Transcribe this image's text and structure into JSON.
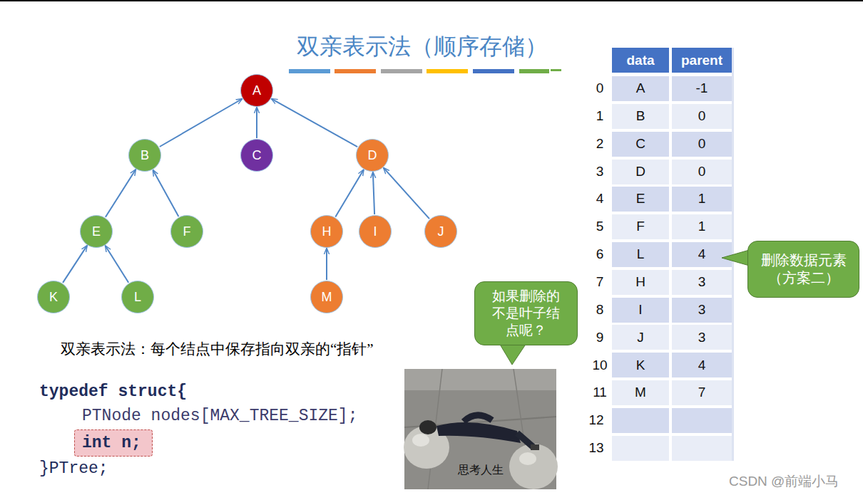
{
  "diagram": {
    "title": "双亲表示法（顺序存储）",
    "nodes": [
      {
        "text": [
          "A"
        ]
      },
      {
        "text": [
          "B"
        ]
      },
      {
        "text": [
          "C"
        ]
      },
      {
        "text": [
          "D"
        ]
      },
      {
        "text": [
          "E"
        ]
      },
      {
        "text": [
          "F"
        ]
      },
      {
        "text": [
          "H"
        ]
      },
      {
        "text": [
          "I"
        ]
      },
      {
        "text": [
          "J"
        ]
      },
      {
        "text": [
          "K"
        ]
      },
      {
        "text": [
          "L"
        ]
      },
      {
        "text": [
          "M"
        ]
      },
      {
        "text": [
          "删除数据元素（方案二）"
        ]
      },
      {
        "text": [
          "如果删除的不是叶子结点呢？"
        ]
      },
      {
        "text": [
          "int n;"
        ]
      },
      {
        "text": [
          "思考人生"
        ]
      }
    ],
    "edges": [
      {
        "from": 1,
        "to": 0,
        "arrow": "to"
      },
      {
        "from": 2,
        "to": 0,
        "arrow": "to"
      },
      {
        "from": 3,
        "to": 0,
        "arrow": "to"
      },
      {
        "from": 4,
        "to": 1,
        "arrow": "to"
      },
      {
        "from": 5,
        "to": 1,
        "arrow": "to"
      },
      {
        "from": 6,
        "to": 3,
        "arrow": "to"
      },
      {
        "from": 7,
        "to": 3,
        "arrow": "to"
      },
      {
        "from": 8,
        "to": 3,
        "arrow": "to"
      },
      {
        "from": 9,
        "to": 4,
        "arrow": "to"
      },
      {
        "from": 10,
        "to": 4,
        "arrow": "to"
      },
      {
        "from": 11,
        "to": 6,
        "arrow": "to"
      }
    ],
    "labels": [
      "双亲表示法：每个结点中保存指向双亲的“指针”",
      "typedef struct{",
      "PTNode nodes[MAX_TREE_SIZE];",
      "}PTree;",
      "data",
      "parent",
      "0",
      "A",
      "-1",
      "1",
      "B",
      "0",
      "2",
      "C",
      "0",
      "3",
      "D",
      "0",
      "4",
      "E",
      "1",
      "5",
      "F",
      "1",
      "6",
      "L",
      "4",
      "7",
      "H",
      "3",
      "8",
      "I",
      "3",
      "9",
      "J",
      "3",
      "10",
      "K",
      "4",
      "11",
      "M",
      "7",
      "12",
      "13",
      "CSDN @前端小马"
    ]
  }
}
